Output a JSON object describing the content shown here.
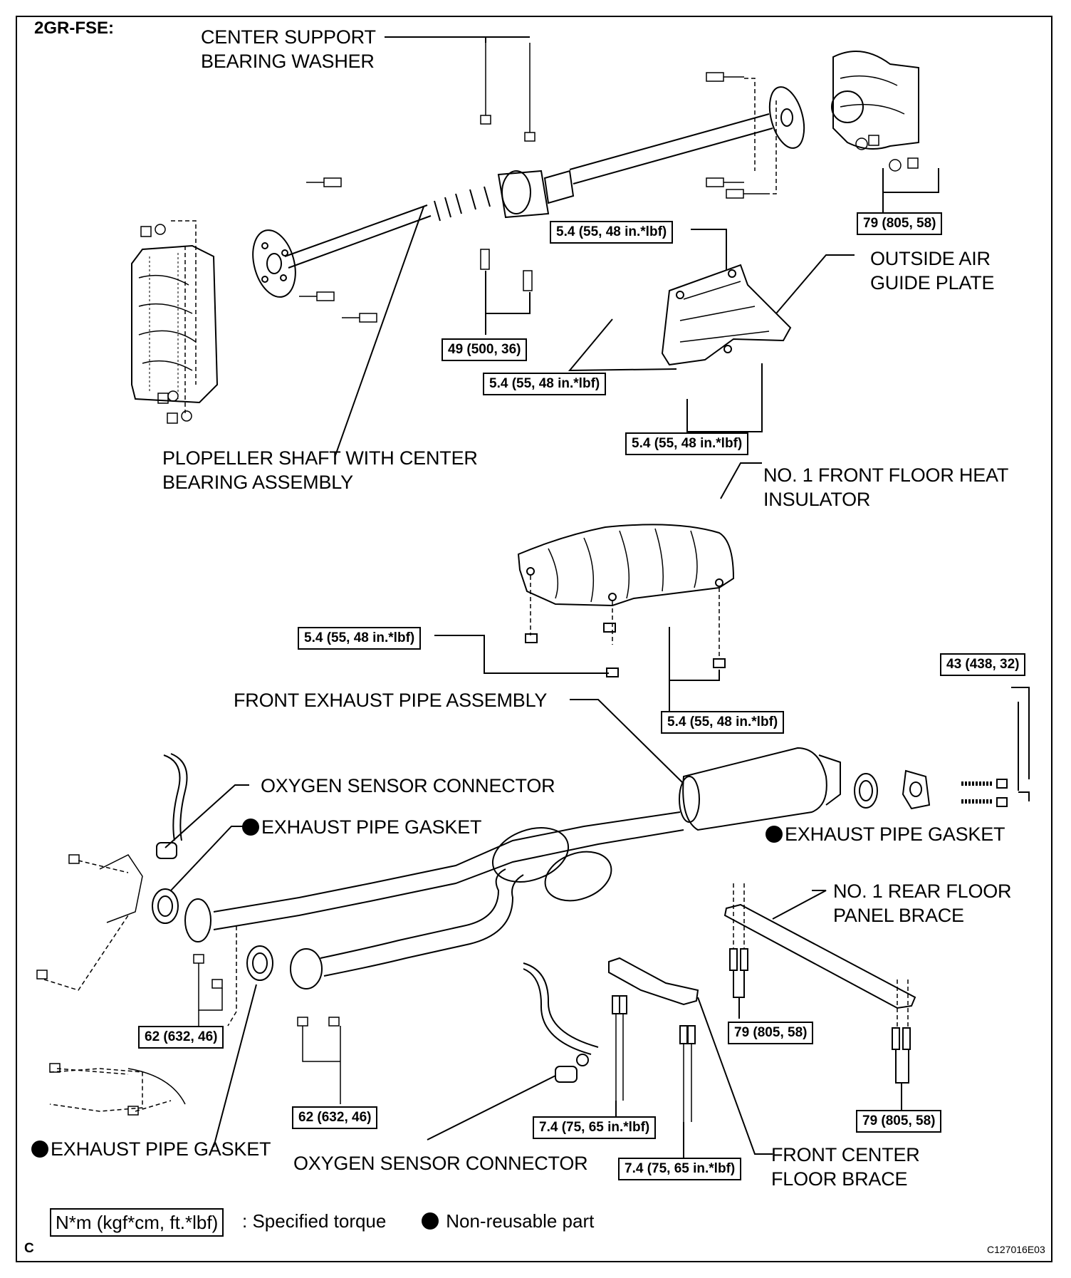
{
  "title": "2GR-FSE:",
  "corner_letter": "C",
  "figure_code": "C127016E03",
  "labels": {
    "center_support_washer": [
      "CENTER SUPPORT",
      "BEARING WASHER"
    ],
    "outside_air_guide": [
      "OUTSIDE AIR",
      "GUIDE PLATE"
    ],
    "propeller_shaft": [
      "PLOPELLER SHAFT WITH CENTER",
      "BEARING ASSEMBLY"
    ],
    "heat_insulator": [
      "NO. 1 FRONT FLOOR HEAT",
      "INSULATOR"
    ],
    "front_exhaust_pipe": "FRONT EXHAUST PIPE ASSEMBLY",
    "oxygen_sensor_top": "OXYGEN SENSOR CONNECTOR",
    "gasket_upper_left": "EXHAUST PIPE GASKET",
    "gasket_right": "EXHAUST PIPE GASKET",
    "rear_floor_brace": [
      "NO. 1 REAR FLOOR",
      "PANEL BRACE"
    ],
    "gasket_lower_left": "EXHAUST PIPE GASKET",
    "oxygen_sensor_bottom": "OXYGEN SENSOR CONNECTOR",
    "front_center_brace": [
      "FRONT CENTER",
      "FLOOR BRACE"
    ]
  },
  "torques": {
    "t79_top": "79 (805, 58)",
    "t54_guide_top": "5.4 (55, 48 in.*lbf)",
    "t49": "49 (500, 36)",
    "t54_guide_mid": "5.4 (55, 48 in.*lbf)",
    "t54_guide_bottom": "5.4 (55, 48 in.*lbf)",
    "t54_insulator_left": "5.4 (55, 48 in.*lbf)",
    "t54_insulator_right": "5.4 (55, 48 in.*lbf)",
    "t43": "43 (438, 32)",
    "t62_left": "62 (632, 46)",
    "t62_mid": "62 (632, 46)",
    "t79_brace_left": "79 (805, 58)",
    "t79_brace_right": "79 (805, 58)",
    "t74_a": "7.4 (75, 65 in.*lbf)",
    "t74_b": "7.4 (75, 65 in.*lbf)"
  },
  "legend": {
    "torque_unit": "N*m (kgf*cm, ft.*lbf)",
    "torque_text": ": Specified torque",
    "nonreusable_text": "Non-reusable part"
  }
}
